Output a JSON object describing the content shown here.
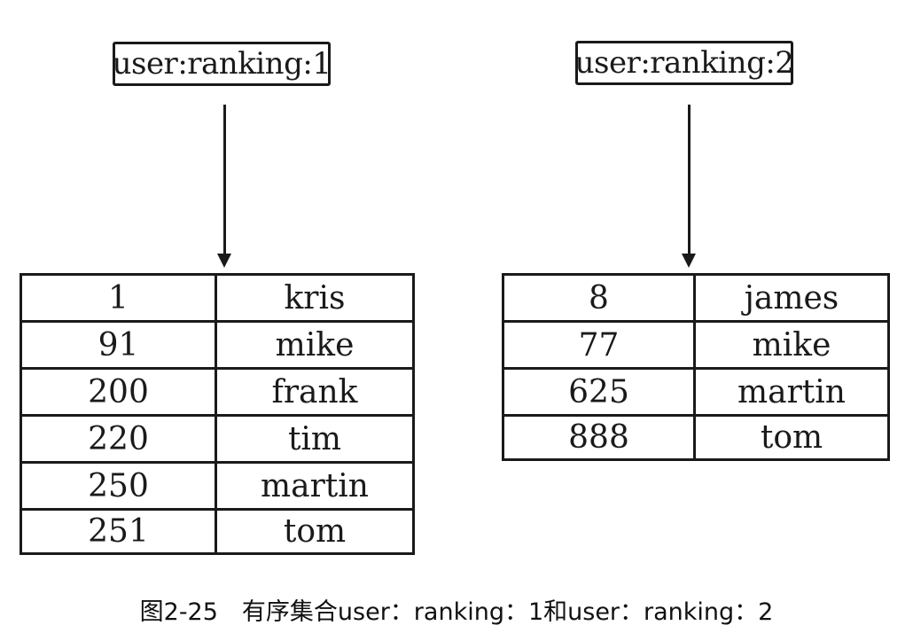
{
  "diagram": {
    "left": {
      "key": "user:ranking:1",
      "entries": [
        {
          "score": "1",
          "member": "kris"
        },
        {
          "score": "91",
          "member": "mike"
        },
        {
          "score": "200",
          "member": "frank"
        },
        {
          "score": "220",
          "member": "tim"
        },
        {
          "score": "250",
          "member": "martin"
        },
        {
          "score": "251",
          "member": "tom"
        }
      ]
    },
    "right": {
      "key": "user:ranking:2",
      "entries": [
        {
          "score": "8",
          "member": "james"
        },
        {
          "score": "77",
          "member": "mike"
        },
        {
          "score": "625",
          "member": "martin"
        },
        {
          "score": "888",
          "member": "tom"
        }
      ]
    }
  },
  "caption": "图2-25　有序集合user：ranking：1和user：ranking：2"
}
